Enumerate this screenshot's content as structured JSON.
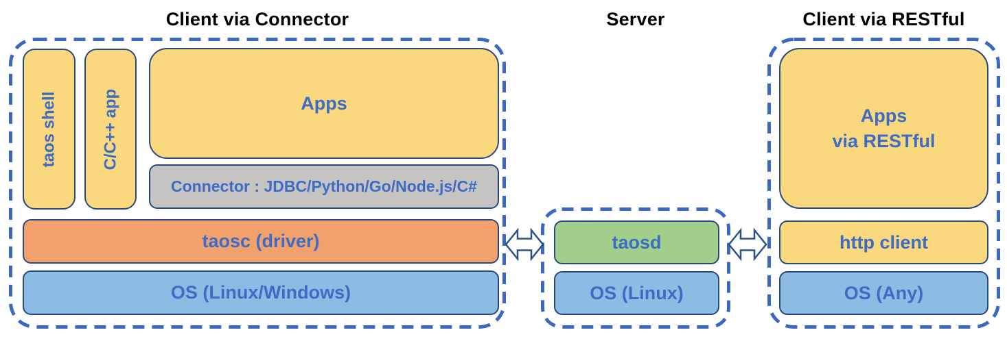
{
  "titles": {
    "left": "Client via Connector",
    "middle": "Server",
    "right": "Client via RESTful"
  },
  "client_connector": {
    "taos_shell": "taos shell",
    "cpp_app": "C/C++ app",
    "apps": "Apps",
    "connector": "Connector : JDBC/Python/Go/Node.js/C#",
    "taosc": "taosc (driver)",
    "os": "OS (Linux/Windows)"
  },
  "server": {
    "taosd": "taosd",
    "os": "OS (Linux)"
  },
  "client_restful": {
    "apps_line1": "Apps",
    "apps_line2": "via RESTful",
    "http_client": "http client",
    "os": "OS (Any)"
  },
  "colors": {
    "box_yellow": "#FAD87E",
    "box_orange": "#F2A16D",
    "box_blue": "#8CBCE4",
    "box_green": "#A3CF8C",
    "box_gray": "#C5C4C2",
    "label_blue": "#3E6BC4",
    "box_border_navy": "#28497C",
    "dashed_border_blue": "#3D68C0",
    "arrow_fill": "#FFFFFF",
    "title_black": "#000000"
  }
}
